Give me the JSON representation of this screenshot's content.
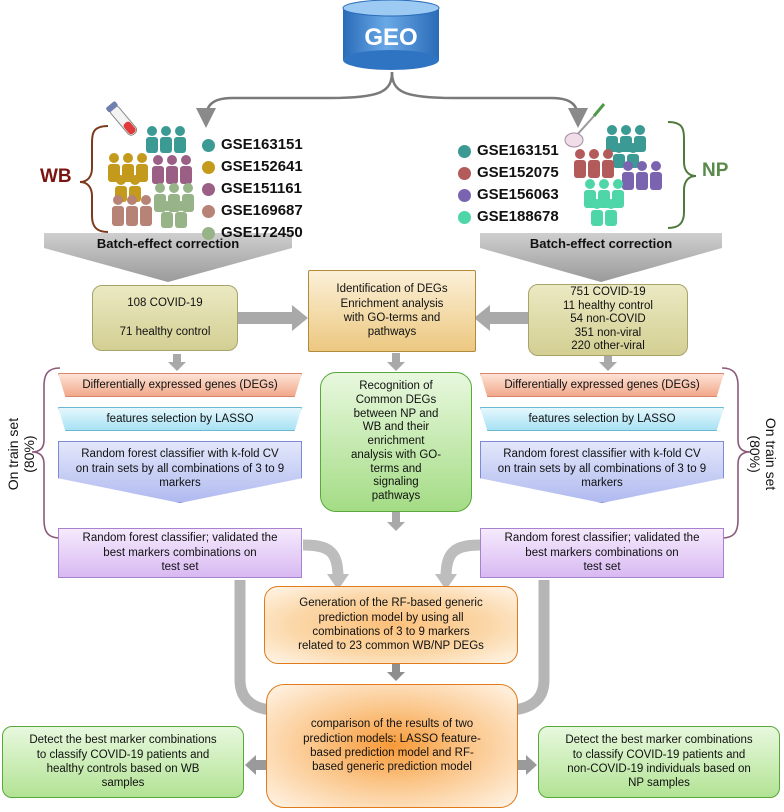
{
  "source": {
    "label": "GEO"
  },
  "wb": {
    "label": "WB",
    "datasets": [
      {
        "id": "GSE163151",
        "color": "#3b9a94"
      },
      {
        "id": "GSE152641",
        "color": "#c49a1c"
      },
      {
        "id": "GSE151161",
        "color": "#9b5f86"
      },
      {
        "id": "GSE169687",
        "color": "#b78376"
      },
      {
        "id": "GSE172450",
        "color": "#97b488"
      }
    ],
    "batch": "Batch-effect correction",
    "summary": "108 COVID-19\n\n71 healthy control"
  },
  "np": {
    "label": "NP",
    "datasets": [
      {
        "id": "GSE163151",
        "color": "#3b9a94"
      },
      {
        "id": "GSE152075",
        "color": "#b35a5a"
      },
      {
        "id": "GSE156063",
        "color": "#7a64b0"
      },
      {
        "id": "GSE188678",
        "color": "#4fd6a8"
      }
    ],
    "batch": "Batch-effect correction",
    "summary": "751 COVID-19\n11 healthy control\n54 non-COVID\n351 non-viral\n220 other-viral"
  },
  "center": {
    "identification": "Identification of DEGs\nEnrichment analysis\nwith GO-terms and\npathways",
    "recognition": "Recognition of\nCommon DEGs\nbetween NP and\nWB and their\nenrichment\nanalysis with GO-\nterms and\nsignaling\npathways",
    "generation": "Generation of the RF-based generic\nprediction model by using all\ncombinations of 3 to 9 markers\nrelated to 23 common WB/NP DEGs",
    "comparison": "comparison of the results of two\nprediction models: LASSO feature-\nbased prediction model and RF-\nbased generic prediction model"
  },
  "pipeline": {
    "degs": "Differentially expressed genes (DEGs)",
    "lasso": "features selection by LASSO",
    "rf": "Random forest classifier with k-fold CV\non train sets by all combinations of 3 to 9\nmarkers",
    "validate": "Random forest classifier; validated the\nbest markers combinations on\ntest set"
  },
  "train_label": {
    "line1": "On train set",
    "line2": "(80%)"
  },
  "outputs": {
    "wb": "Detect the best marker combinations\nto classify COVID-19 patients and\nhealthy controls based on WB\nsamples",
    "np": "Detect the best marker combinations\nto classify COVID-19 patients and\nnon-COVID-19 individuals based on\nNP samples"
  },
  "colors": {
    "wb_bracket": "#7b3a1c",
    "np_bracket": "#4e7a3c",
    "wb_label": "#7a1410",
    "np_label": "#5a8a4a",
    "train_bracket": "#8a5a7a",
    "db_blue": "#3d82cf"
  }
}
